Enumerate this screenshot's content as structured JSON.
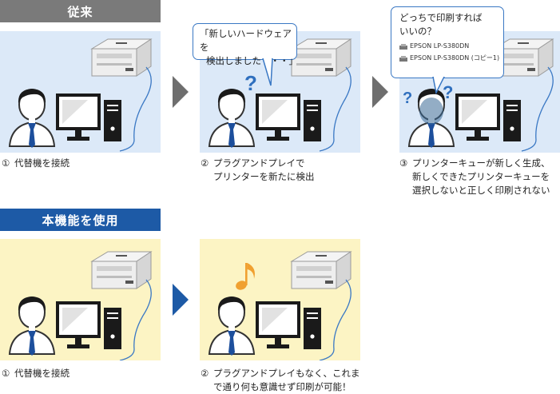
{
  "sections": {
    "old": {
      "tab_label": "従来",
      "steps": [
        {
          "num": "①",
          "lines": [
            "代替機を接続"
          ]
        },
        {
          "num": "②",
          "lines": [
            "プラグアンドプレイで",
            "プリンターを新たに検出"
          ]
        },
        {
          "num": "③",
          "lines": [
            "プリンターキューが新しく生成、",
            "新しくできたプリンターキューを",
            "選択しないと正しく印刷されない"
          ]
        }
      ],
      "bubble2": {
        "lines": [
          "「新しいハードウェアを",
          "検出しました・・・」"
        ]
      },
      "bubble3": {
        "lines": [
          "どっちで印刷すれば",
          "いいの？"
        ],
        "options": [
          "EPSON LP-S380DN",
          "EPSON LP-S380DN (コピー1)"
        ]
      }
    },
    "new": {
      "tab_label": "本機能を使用",
      "steps": [
        {
          "num": "①",
          "lines": [
            "代替機を接続"
          ]
        },
        {
          "num": "②",
          "lines": [
            "プラグアンドプレイもなく、これま",
            "で通り何も意識せず印刷が可能！"
          ]
        }
      ]
    }
  },
  "colors": {
    "old_tab": "#7a7a7a",
    "new_tab": "#1d5aa6",
    "old_panel": "#dce9f8",
    "new_panel": "#fcf4c4",
    "old_arrow": "#6e6e6e",
    "new_arrow": "#1d5aa6",
    "question_mark": "#2f6fbe",
    "music_note": "#f0a030",
    "tie": "#1d4f9c"
  },
  "icons": [
    "printer-icon",
    "person-icon",
    "monitor-icon",
    "pc-tower-icon",
    "question-mark-icon",
    "music-note-icon",
    "arrow-right-icon"
  ]
}
